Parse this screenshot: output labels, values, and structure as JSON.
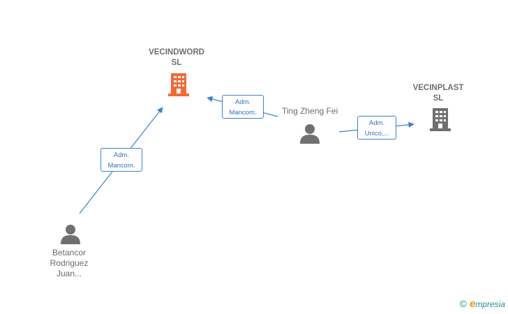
{
  "nodes": {
    "vecindword": {
      "name_line1": "VECINDWORD",
      "name_line2": "SL",
      "type": "company",
      "color": "#f26a35"
    },
    "vecinplast": {
      "name_line1": "VECINPLAST",
      "name_line2": "SL",
      "type": "company",
      "color": "#707070"
    },
    "ting": {
      "name": "Ting Zheng Fei",
      "type": "person"
    },
    "betancor": {
      "name_line1": "Betancor",
      "name_line2": "Rodriguez",
      "name_line3": "Juan...",
      "type": "person"
    }
  },
  "edges": {
    "betancor_vecindword": {
      "line1": "Adm.",
      "line2": "Mancom."
    },
    "ting_vecindword": {
      "line1": "Adm.",
      "line2": "Mancom."
    },
    "ting_vecinplast": {
      "line1": "Adm.",
      "line2": "Unico,..."
    }
  },
  "colors": {
    "edge": "#3d7fcf",
    "person": "#707070"
  },
  "brand": {
    "copyright": "©",
    "e": "e",
    "rest": "mpresia"
  }
}
